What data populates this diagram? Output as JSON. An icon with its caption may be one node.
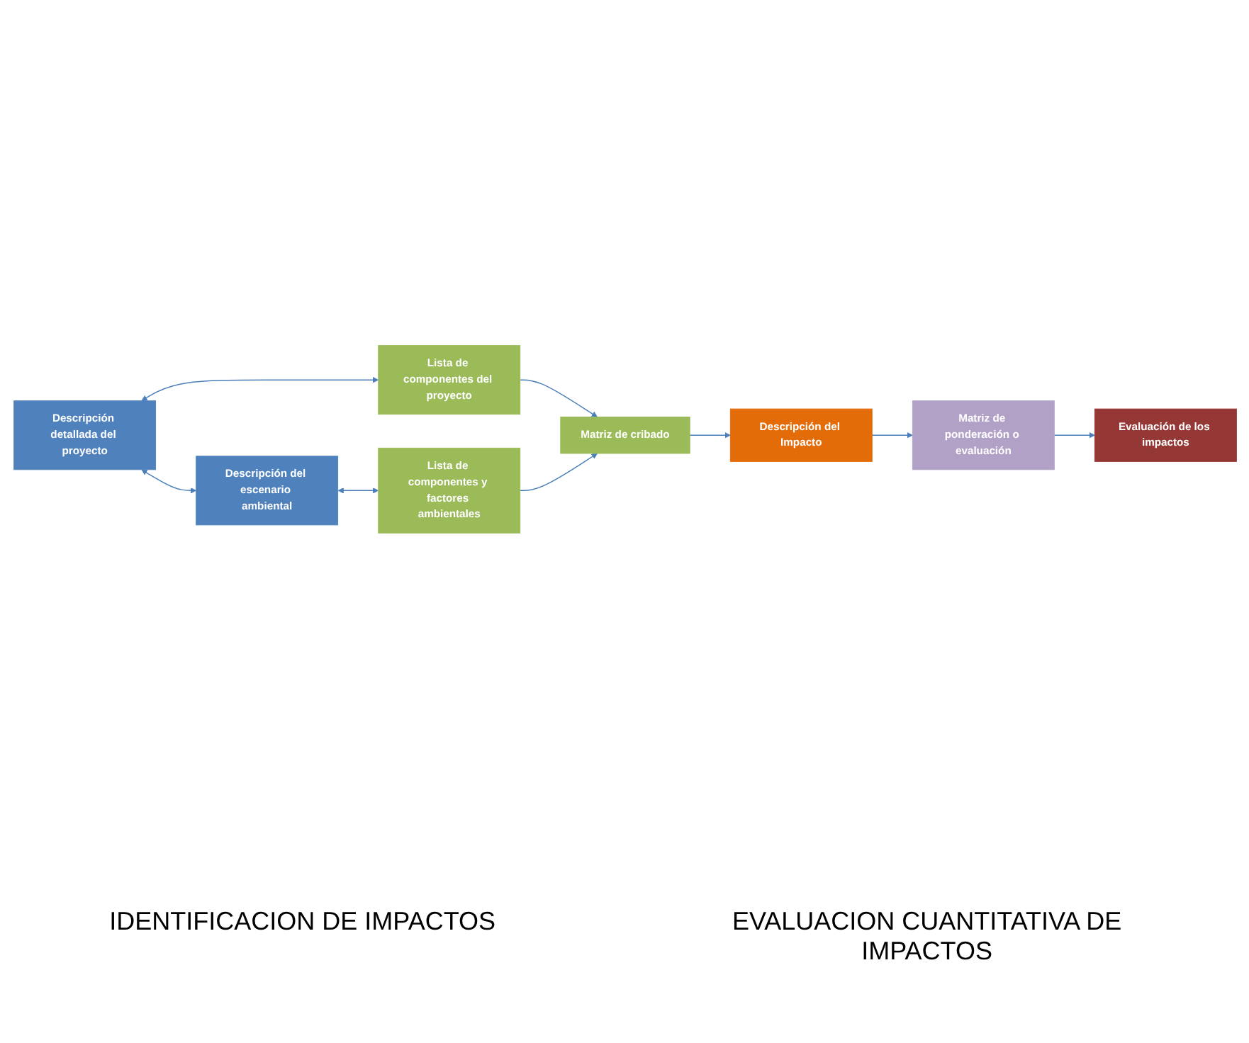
{
  "diagram": {
    "nodes": [
      {
        "text": [
          "Lista de componentes del proyecto"
        ]
      },
      {
        "text": [
          "Descripción detallada del proyecto"
        ]
      },
      {
        "text": [
          "Matriz de ponderación o evaluación"
        ]
      },
      {
        "text": [
          "Matriz de cribado"
        ]
      },
      {
        "text": [
          "Descripción del Impacto"
        ]
      },
      {
        "text": [
          "Evaluación de los impactos"
        ]
      },
      {
        "text": [
          "Descripción del escenario ambiental"
        ]
      },
      {
        "text": [
          "Lista de componentes y factores ambientales"
        ]
      }
    ],
    "edges": [
      {
        "from": 1,
        "to": 0,
        "arrow": "both"
      },
      {
        "from": 0,
        "to": 3,
        "arrow": "to"
      },
      {
        "from": 1,
        "to": 6,
        "arrow": "both"
      },
      {
        "from": 6,
        "to": 7,
        "arrow": "both"
      },
      {
        "from": 7,
        "to": 3,
        "arrow": "to"
      },
      {
        "from": 3,
        "to": 4,
        "arrow": "to"
      },
      {
        "from": 4,
        "to": 2,
        "arrow": "to"
      },
      {
        "from": 2,
        "to": 5,
        "arrow": "to"
      }
    ],
    "labels": [
      "IDENTIFICACION DE IMPACTOS",
      "EVALUACION CUANTITATIVA DE IMPACTOS"
    ]
  }
}
